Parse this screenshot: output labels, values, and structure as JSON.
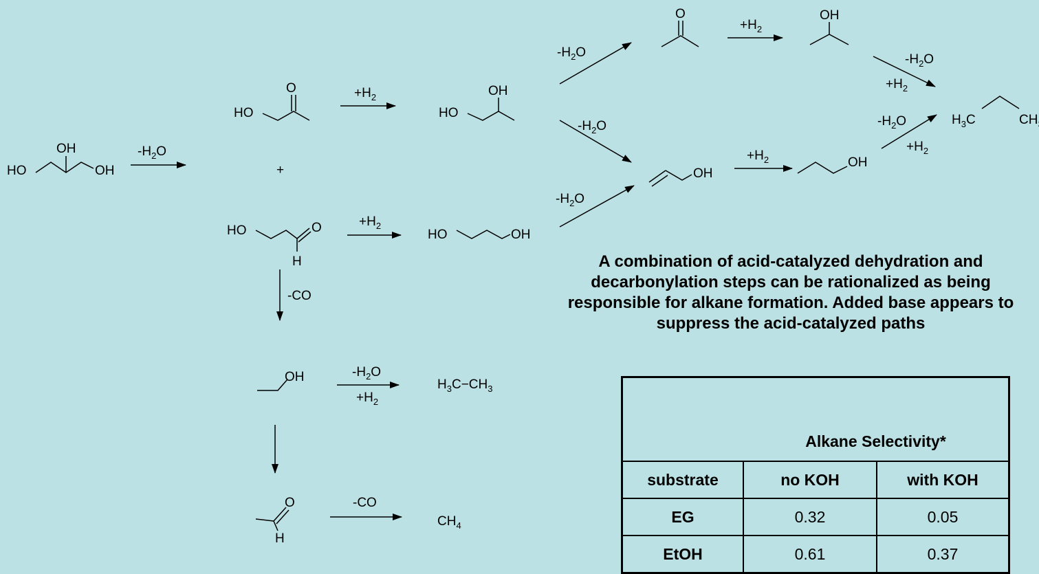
{
  "labels": {
    "minus_h2o": "-H",
    "plus_h2": "+H",
    "minus_co": "-CO",
    "sub_2": "2",
    "sub_3": "3",
    "sub_4": "4",
    "o_suffix": "O",
    "plus": "+"
  },
  "molecules": {
    "glycerol": {
      "ho": "HO",
      "oh_top": "OH",
      "oh_right": "OH"
    },
    "hydroxyacetone": {
      "ho": "HO",
      "o": "O"
    },
    "propanediol_12": {
      "ho": "HO",
      "oh": "OH"
    },
    "hydroxypropanal": {
      "ho": "HO",
      "o": "O",
      "h": "H"
    },
    "propanediol_13": {
      "ho": "HO",
      "oh": "OH"
    },
    "acetone": {
      "o": "O"
    },
    "isopropanol": {
      "oh": "OH"
    },
    "allyl_alcohol": {
      "oh": "OH"
    },
    "propanol": {
      "oh": "OH"
    },
    "propane": {
      "h3c": "H",
      "c": "C",
      "ch3": "CH"
    },
    "ethanol": {
      "oh": "OH"
    },
    "ethane": {
      "h3c": "H",
      "c_ch": "C−CH"
    },
    "acetaldehyde": {
      "o": "O",
      "h": "H"
    },
    "methane": {
      "ch": "CH"
    }
  },
  "caption": {
    "line1": "A combination of  acid-catalyzed dehydration and",
    "line2": "decarbonylation steps can be rationalized as being",
    "line3": "responsible for alkane formation. Added base appears to",
    "line4": "suppress the acid-catalyzed paths"
  },
  "table": {
    "group_header": "Alkane Selectivity*",
    "columns": [
      "substrate",
      "no KOH",
      "with KOH"
    ],
    "rows": [
      {
        "substrate": "EG",
        "no_koh": "0.32",
        "with_koh": "0.05"
      },
      {
        "substrate": "EtOH",
        "no_koh": "0.61",
        "with_koh": "0.37"
      }
    ]
  }
}
